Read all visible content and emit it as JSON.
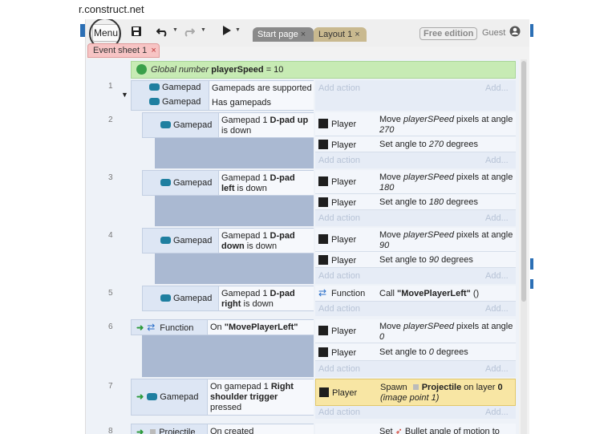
{
  "browser": {
    "url": "r.construct.net"
  },
  "toolbar": {
    "menu_label": "Menu",
    "save_icon": "save-icon",
    "undo_icon": "undo-icon",
    "redo_icon": "redo-icon",
    "play_icon": "play-icon",
    "tabs": [
      {
        "label": "Start page",
        "close": "×"
      },
      {
        "label": "Layout 1",
        "close": "×"
      }
    ],
    "free_edition": "Free edition",
    "user": "Guest"
  },
  "sheet_tab": {
    "label": "Event sheet 1",
    "close": "×"
  },
  "global_var": {
    "prefix": "Global number",
    "name": "playerSpeed",
    "eq": "= 10"
  },
  "events": [
    {
      "num": "1",
      "conditions": [
        {
          "object": "Gamepad",
          "text": "Gamepads are supported"
        },
        {
          "object": "Gamepad",
          "text": "Has gamepads"
        }
      ],
      "add_action": "Add action",
      "add_more": "Add..."
    },
    {
      "num": "2",
      "condition": {
        "object": "Gamepad",
        "pre": "Gamepad 1 ",
        "bold": "D-pad up",
        "post": " is down"
      },
      "actions": [
        {
          "object": "Player",
          "t1": "Move ",
          "i1": "playerSPeed",
          "t2": " pixels at angle ",
          "i2": "270"
        },
        {
          "object": "Player",
          "t1": "Set angle to ",
          "i1": "270",
          "t2": " degrees"
        }
      ],
      "add_action": "Add action",
      "add_more": "Add..."
    },
    {
      "num": "3",
      "condition": {
        "object": "Gamepad",
        "pre": "Gamepad 1 ",
        "bold1": "D-pad",
        "bold2": "left",
        "post": " is down"
      },
      "actions": [
        {
          "object": "Player",
          "t1": "Move ",
          "i1": "playerSPeed",
          "t2": " pixels at angle ",
          "i2": "180"
        },
        {
          "object": "Player",
          "t1": "Set angle to ",
          "i1": "180",
          "t2": " degrees"
        }
      ],
      "add_action": "Add action",
      "add_more": "Add..."
    },
    {
      "num": "4",
      "condition": {
        "object": "Gamepad",
        "pre": "Gamepad 1 ",
        "bold1": "D-pad",
        "bold2": "down",
        "post": " is down"
      },
      "actions": [
        {
          "object": "Player",
          "t1": "Move ",
          "i1": "playerSPeed",
          "t2": " pixels at angle ",
          "i2": "90"
        },
        {
          "object": "Player",
          "t1": "Set angle to ",
          "i1": "90",
          "t2": " degrees"
        }
      ],
      "add_action": "Add action",
      "add_more": "Add..."
    },
    {
      "num": "5",
      "condition": {
        "object": "Gamepad",
        "pre": "Gamepad 1 ",
        "bold1": "D-pad",
        "bold2": "right",
        "post": " is down"
      },
      "actions": [
        {
          "object": "Function",
          "t1": "Call ",
          "b1": "\"MovePlayerLeft\"",
          "t2": " ()"
        }
      ],
      "add_action": "Add action",
      "add_more": "Add..."
    },
    {
      "num": "6",
      "condition": {
        "object": "Function",
        "pre": "On ",
        "bold": "\"MovePlayerLeft\""
      },
      "actions": [
        {
          "object": "Player",
          "t1": "Move ",
          "i1": "playerSPeed",
          "t2": " pixels at angle ",
          "i2": "0"
        },
        {
          "object": "Player",
          "t1": "Set angle to ",
          "i1": "0",
          "t2": " degrees"
        }
      ],
      "add_action": "Add action",
      "add_more": "Add..."
    },
    {
      "num": "7",
      "condition": {
        "object": "Gamepad",
        "pre": "On gamepad 1 ",
        "bold1": "Right",
        "bold2": "shoulder trigger",
        "post": "pressed"
      },
      "actions": [
        {
          "object": "Player",
          "t1": "Spawn ",
          "b1": "Projectile",
          "t2": " on layer ",
          "b2": "0",
          "i1": "(image point 1)"
        }
      ],
      "add_action": "Add action",
      "add_more": "Add..."
    },
    {
      "num": "8",
      "condition": {
        "object": "Projectile",
        "text": "On created"
      },
      "actions": [
        {
          "object": "",
          "t1": "Set",
          "t2": "Bullet angle of motion to"
        }
      ]
    }
  ]
}
